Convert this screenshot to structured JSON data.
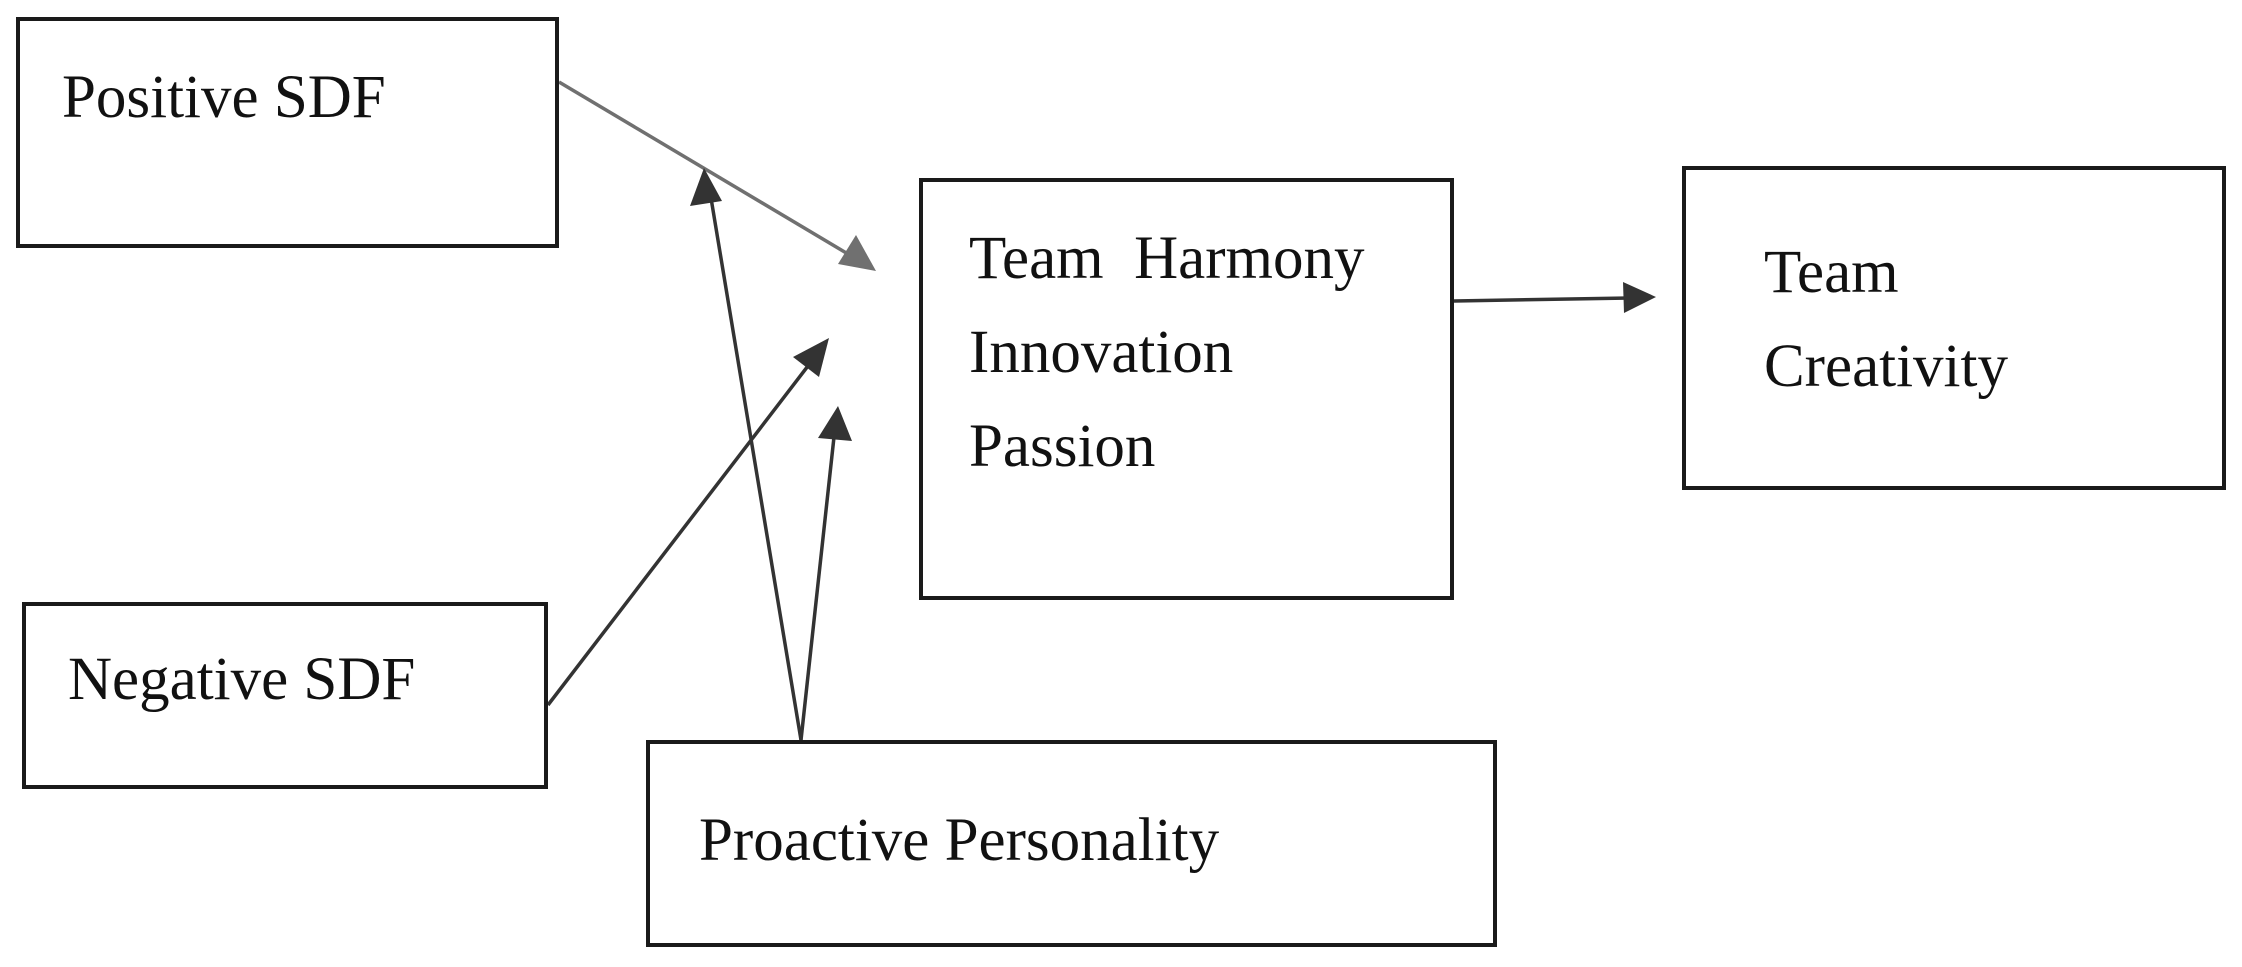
{
  "diagram": {
    "nodes": {
      "positive_sdf": {
        "lines": [
          "Positive SDF"
        ]
      },
      "negative_sdf": {
        "lines": [
          "Negative SDF"
        ]
      },
      "proactive_personality": {
        "lines": [
          "Proactive Personality"
        ]
      },
      "mediators": {
        "lines": [
          "Team  Harmony",
          "Innovation",
          "Passion"
        ]
      },
      "team_creativity": {
        "lines": [
          "Team",
          "Creativity"
        ]
      }
    },
    "edges": [
      {
        "from": "Positive SDF",
        "to": "Team Harmony / Innovation / Passion"
      },
      {
        "from": "Negative SDF",
        "to": "Team Harmony / Innovation / Passion"
      },
      {
        "from": "Proactive Personality",
        "to": "Positive SDF → mediators path"
      },
      {
        "from": "Proactive Personality",
        "to": "Negative SDF → mediators path"
      },
      {
        "from": "Team Harmony / Innovation / Passion",
        "to": "Team Creativity"
      }
    ],
    "colors": {
      "box_border": "#1a1a1a",
      "arrow_dark": "#333333",
      "arrow_gray": "#707070",
      "text": "#111111"
    }
  }
}
